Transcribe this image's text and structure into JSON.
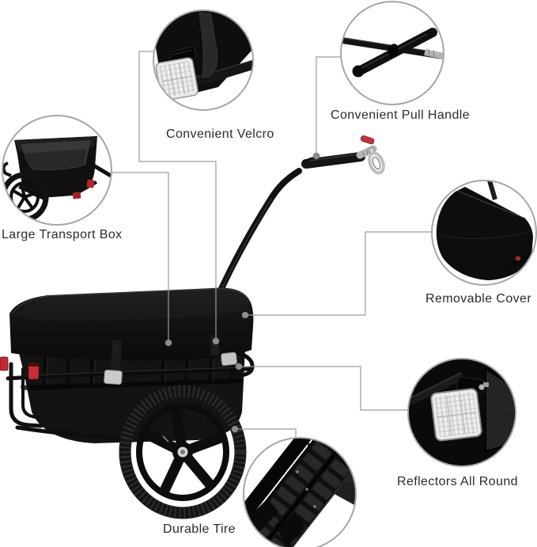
{
  "callouts": [
    {
      "id": "convenient-velcro",
      "label": "Convenient Velcro"
    },
    {
      "id": "convenient-pull-handle",
      "label": "Convenient Pull Handle"
    },
    {
      "id": "large-transport-box",
      "label": "Large Transport Box"
    },
    {
      "id": "removable-cover",
      "label": "Removable Cover"
    },
    {
      "id": "reflectors-all-round",
      "label": "Reflectors All Round"
    },
    {
      "id": "durable-tire",
      "label": "Durable Tire"
    }
  ],
  "colors": {
    "background": "#ffffff",
    "connector_line": "#9c9c9c",
    "anchor_dot": "#8d8d8d",
    "label_text": "#2b2b2b",
    "product_black": "#111111",
    "reflector_red": "#c02b33",
    "velcro_silver": "#c9c9c9",
    "hitch_silver": "#b6b6b6"
  }
}
